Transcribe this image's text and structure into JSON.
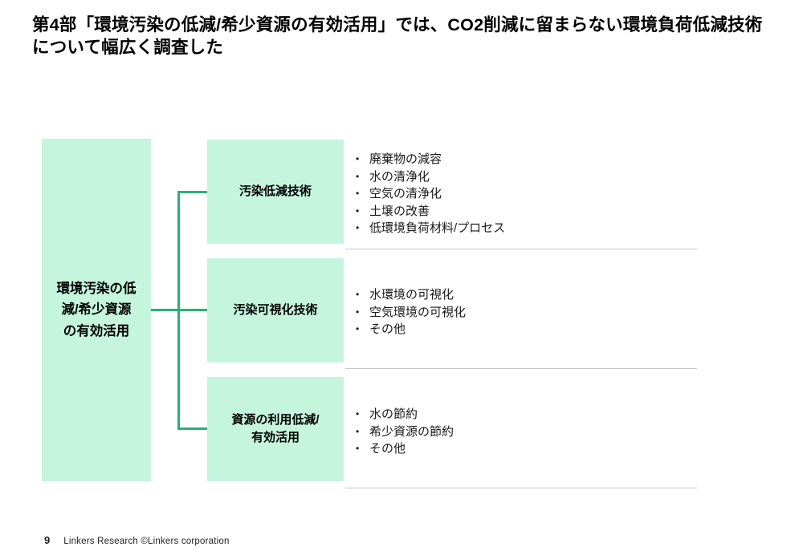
{
  "title": "第4部「環境汚染の低減/希少資源の有効活用」では、CO2削減に留まらない環境負荷低減技術について幅広く調査した",
  "root": {
    "label": "環境汚染の低減/希少資源の有効活用"
  },
  "branches": [
    {
      "label": "汚染低減技術",
      "items": [
        "廃棄物の減容",
        "水の清浄化",
        "空気の清浄化",
        "土壌の改善",
        "低環境負荷材料/プロセス"
      ]
    },
    {
      "label": "汚染可視化技術",
      "items": [
        "水環境の可視化",
        "空気環境の可視化",
        "その他"
      ]
    },
    {
      "label": "資源の利用低減/有効活用",
      "items": [
        "水の節約",
        "希少資源の節約",
        "その他"
      ]
    }
  ],
  "bullet_glyph": "•",
  "footer": {
    "page_number": "9",
    "credit": "Linkers Research ©Linkers corporation"
  },
  "colors": {
    "box-fill": "#c5f6dd",
    "connector": "#2aaf76",
    "divider": "#c8c8c8",
    "text": "#111111"
  }
}
